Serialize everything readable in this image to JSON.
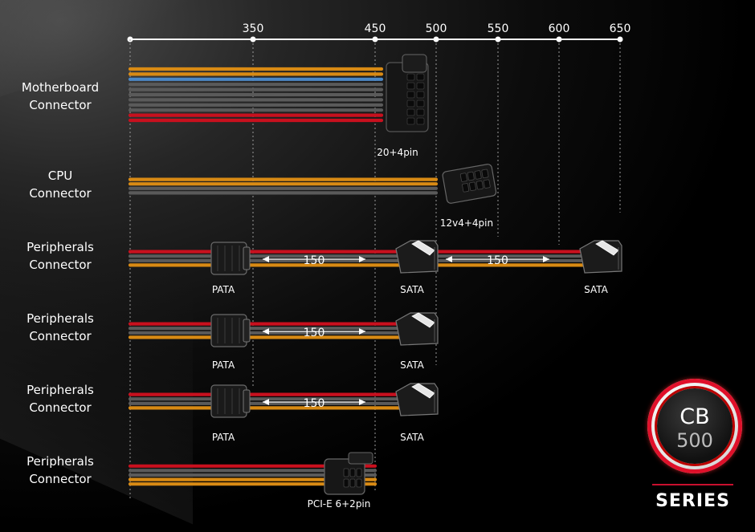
{
  "scale": {
    "ticks": [
      "350",
      "450",
      "500",
      "550",
      "600",
      "650"
    ]
  },
  "rows": [
    {
      "label_line1": "Motherboard",
      "label_line2": "Connector",
      "wire_colors": [
        "#d88a14",
        "#d88a14",
        "#4b87c5",
        "#5a5a5a",
        "#5a5a5a",
        "#5a5a5a",
        "#5a5a5a",
        "#5a5a5a",
        "#5a5a5a",
        "#c8101e",
        "#c8101e"
      ],
      "end_tick": "450",
      "connectors": [
        {
          "type": "atx24",
          "at_tick": "450",
          "label": "20+4pin"
        }
      ],
      "lengths": []
    },
    {
      "label_line1": "CPU",
      "label_line2": "Connector",
      "wire_colors": [
        "#d88a14",
        "#d88a14",
        "#5a5a5a",
        "#5a5a5a"
      ],
      "end_tick": "500",
      "connectors": [
        {
          "type": "eps8",
          "at_tick": "500",
          "label": "12v4+4pin"
        }
      ],
      "lengths": []
    },
    {
      "label_line1": "Peripherals",
      "label_line2": "Connector",
      "wire_colors": [
        "#c8101e",
        "#5a5a5a",
        "#5a5a5a",
        "#d88a14"
      ],
      "end_tick": "650",
      "connectors": [
        {
          "type": "pata",
          "at_tick": "350",
          "label": "PATA"
        },
        {
          "type": "sata",
          "at_tick": "500",
          "label": "SATA"
        },
        {
          "type": "sata",
          "at_tick": "650",
          "label": "SATA"
        }
      ],
      "lengths": [
        {
          "from_tick": "350",
          "to_tick": "450",
          "value": "150"
        },
        {
          "from_tick": "500",
          "to_tick": "600",
          "value": "150"
        }
      ]
    },
    {
      "label_line1": "Peripherals",
      "label_line2": "Connector",
      "wire_colors": [
        "#c8101e",
        "#5a5a5a",
        "#5a5a5a",
        "#d88a14"
      ],
      "end_tick": "500",
      "connectors": [
        {
          "type": "pata",
          "at_tick": "350",
          "label": "PATA"
        },
        {
          "type": "sata",
          "at_tick": "500",
          "label": "SATA"
        }
      ],
      "lengths": [
        {
          "from_tick": "350",
          "to_tick": "450",
          "value": "150"
        }
      ]
    },
    {
      "label_line1": "Peripherals",
      "label_line2": "Connector",
      "wire_colors": [
        "#c8101e",
        "#5a5a5a",
        "#5a5a5a",
        "#d88a14"
      ],
      "end_tick": "500",
      "connectors": [
        {
          "type": "pata",
          "at_tick": "350",
          "label": "PATA"
        },
        {
          "type": "sata",
          "at_tick": "500",
          "label": "SATA"
        }
      ],
      "lengths": [
        {
          "from_tick": "350",
          "to_tick": "450",
          "value": "150"
        }
      ]
    },
    {
      "label_line1": "Peripherals",
      "label_line2": "Connector",
      "wire_colors": [
        "#c8101e",
        "#5a5a5a",
        "#5a5a5a",
        "#d88a14",
        "#d88a14"
      ],
      "end_tick": "450",
      "connectors": [
        {
          "type": "pcie8",
          "at_tick": "450",
          "label": "PCI-E 6+2pin"
        }
      ],
      "lengths": []
    }
  ],
  "logo": {
    "line1": "CB",
    "line2": "500",
    "series": "SERIES",
    "ring_color": "#e0102a"
  }
}
